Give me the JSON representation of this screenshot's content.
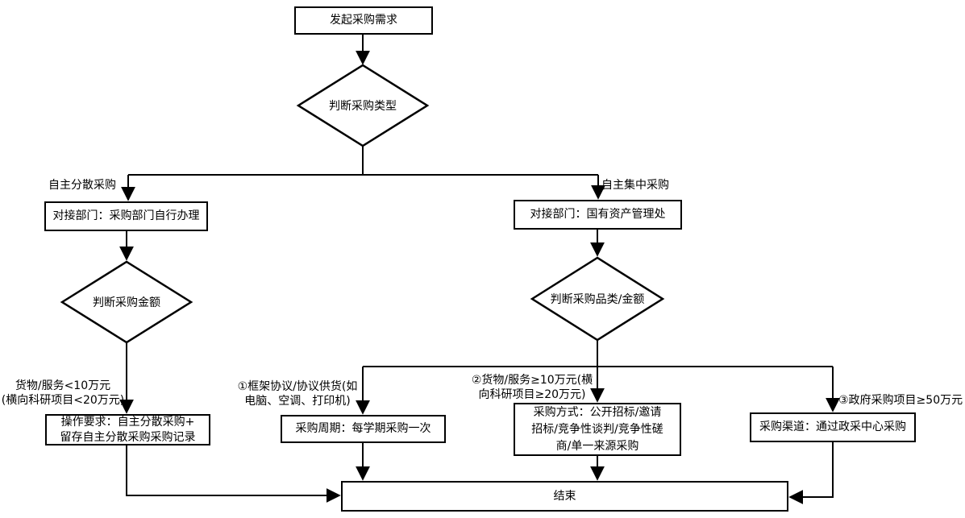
{
  "meta": {
    "background_color": "#ffffff",
    "line_color": "#000000",
    "text_color": "#000000"
  },
  "nodes": {
    "start": "发起采购需求",
    "decide_type": "判断采购类型",
    "dept_self": "对接部门：采购部门自行办理",
    "dept_central": "对接部门：国有资产管理处",
    "decide_amount": "判断采购金额",
    "decide_category": "判断采购品类/金额",
    "op_requirement": "操作要求：自主分散采购+\n留存自主分散采购采购记录",
    "purchase_cycle": "采购周期：每学期采购一次",
    "purchase_method": "采购方式：公开招标/邀请\n招标/竞争性谈判/竞争性磋\n商/单一来源采购",
    "purchase_channel": "采购渠道：通过政采中心采购",
    "end": "结束"
  },
  "edge_labels": {
    "decentralized": "自主分散采购",
    "centralized": "自主集中采购",
    "under_10w": "货物/服务<10万元\n(横向科研项目<20万元)",
    "framework": "①框架协议/协议供货(如\n电脑、空调、打印机)",
    "over_10w": "②货物/服务≥10万元(横\n向科研项目≥20万元)",
    "gov_over_50w": "③政府采购项目≥50万元"
  }
}
